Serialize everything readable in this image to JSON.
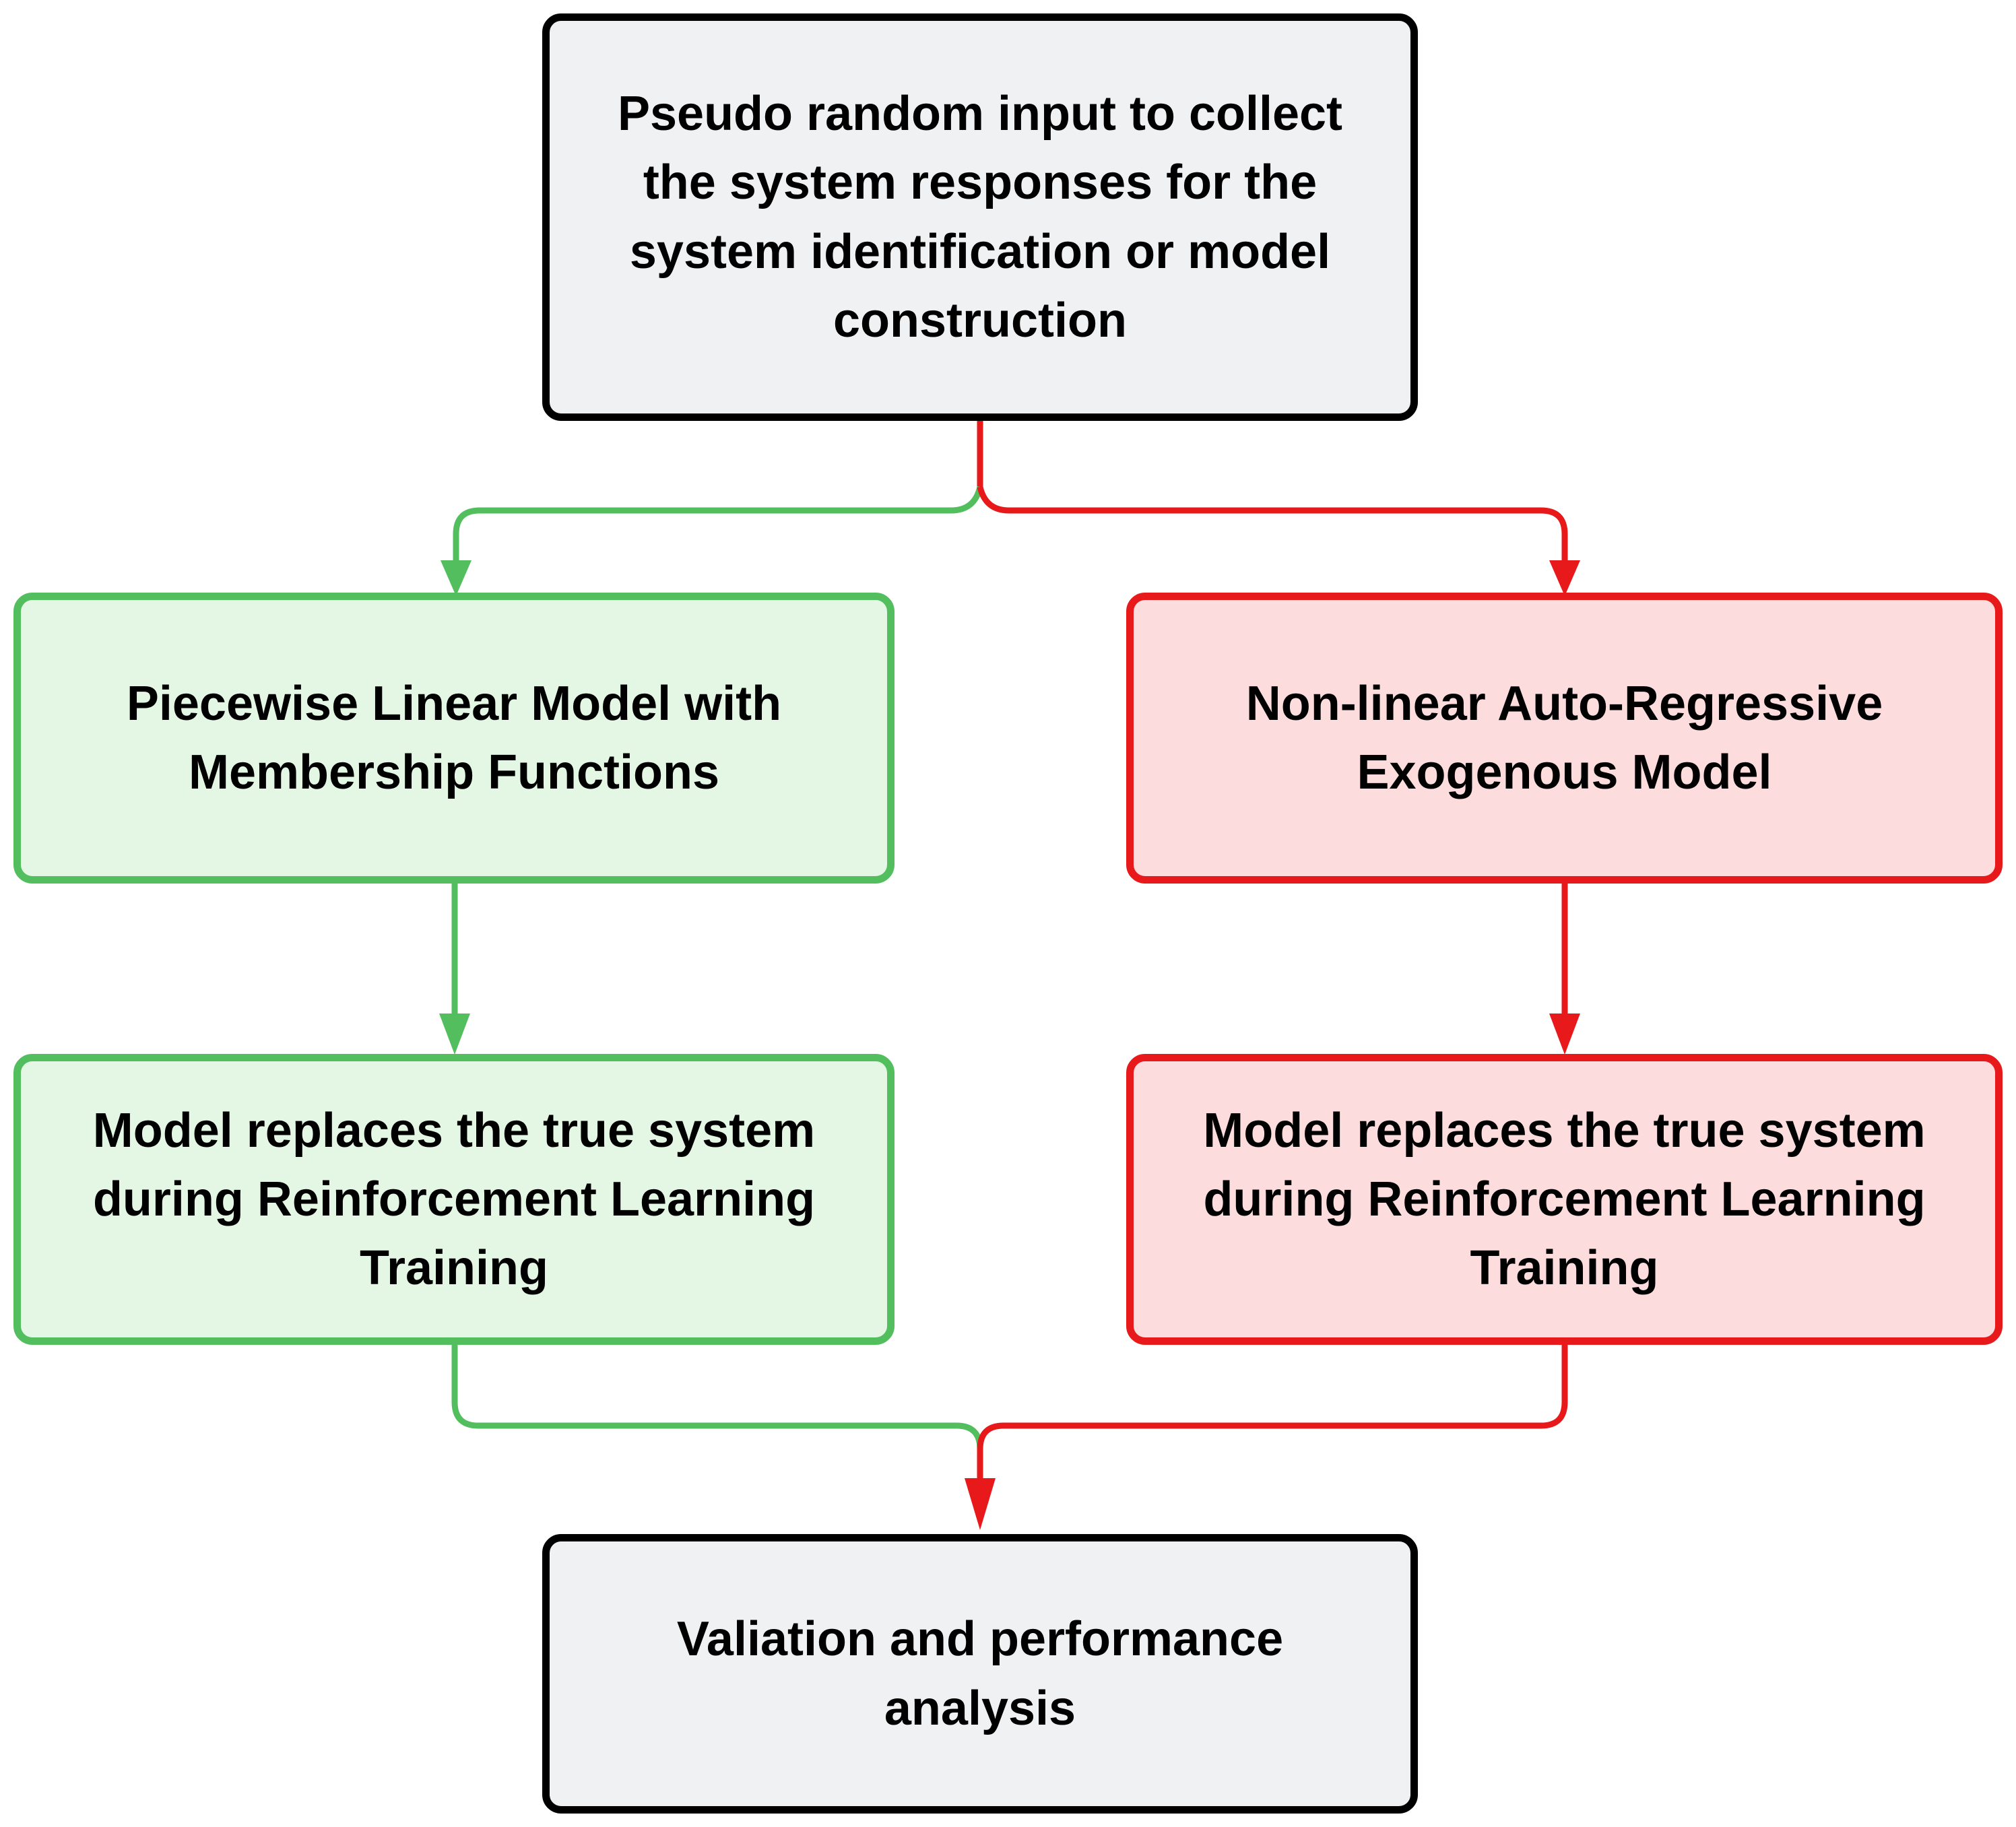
{
  "diagram": {
    "type": "flowchart",
    "orientation": "top-down",
    "colors": {
      "neutral_border": "#000000",
      "neutral_fill": "#eff1f3",
      "green_border": "#53be5e",
      "green_fill": "#e4f7e4",
      "red_border": "#e8191b",
      "red_fill": "#fcdcdc",
      "background": "#ffffff"
    },
    "nodes": [
      {
        "id": "input",
        "label": "Pseudo random input to collect the system responses for the system identification or model construction",
        "style": "neutral"
      },
      {
        "id": "pwl",
        "label": "Piecewise Linear Model with Membership Functions",
        "style": "green"
      },
      {
        "id": "narx",
        "label": "Non-linear Auto-Regressive Exogenous Model",
        "style": "red"
      },
      {
        "id": "pwl_rl",
        "label": "Model replaces the true system during Reinforcement Learning Training",
        "style": "green"
      },
      {
        "id": "narx_rl",
        "label": "Model replaces the true system during Reinforcement Learning Training",
        "style": "red"
      },
      {
        "id": "validation",
        "label": "Valiation and performance analysis",
        "style": "neutral"
      }
    ],
    "edges": [
      {
        "from": "input",
        "to": "pwl",
        "color": "#53be5e",
        "shape": "elbow-left"
      },
      {
        "from": "input",
        "to": "narx",
        "color": "#e8191b",
        "shape": "elbow-right"
      },
      {
        "from": "pwl",
        "to": "pwl_rl",
        "color": "#53be5e",
        "shape": "straight"
      },
      {
        "from": "narx",
        "to": "narx_rl",
        "color": "#e8191b",
        "shape": "straight"
      },
      {
        "from": "pwl_rl",
        "to": "validation",
        "color": "#53be5e",
        "shape": "elbow-merge-left"
      },
      {
        "from": "narx_rl",
        "to": "validation",
        "color": "#e8191b",
        "shape": "elbow-merge-right"
      }
    ]
  }
}
